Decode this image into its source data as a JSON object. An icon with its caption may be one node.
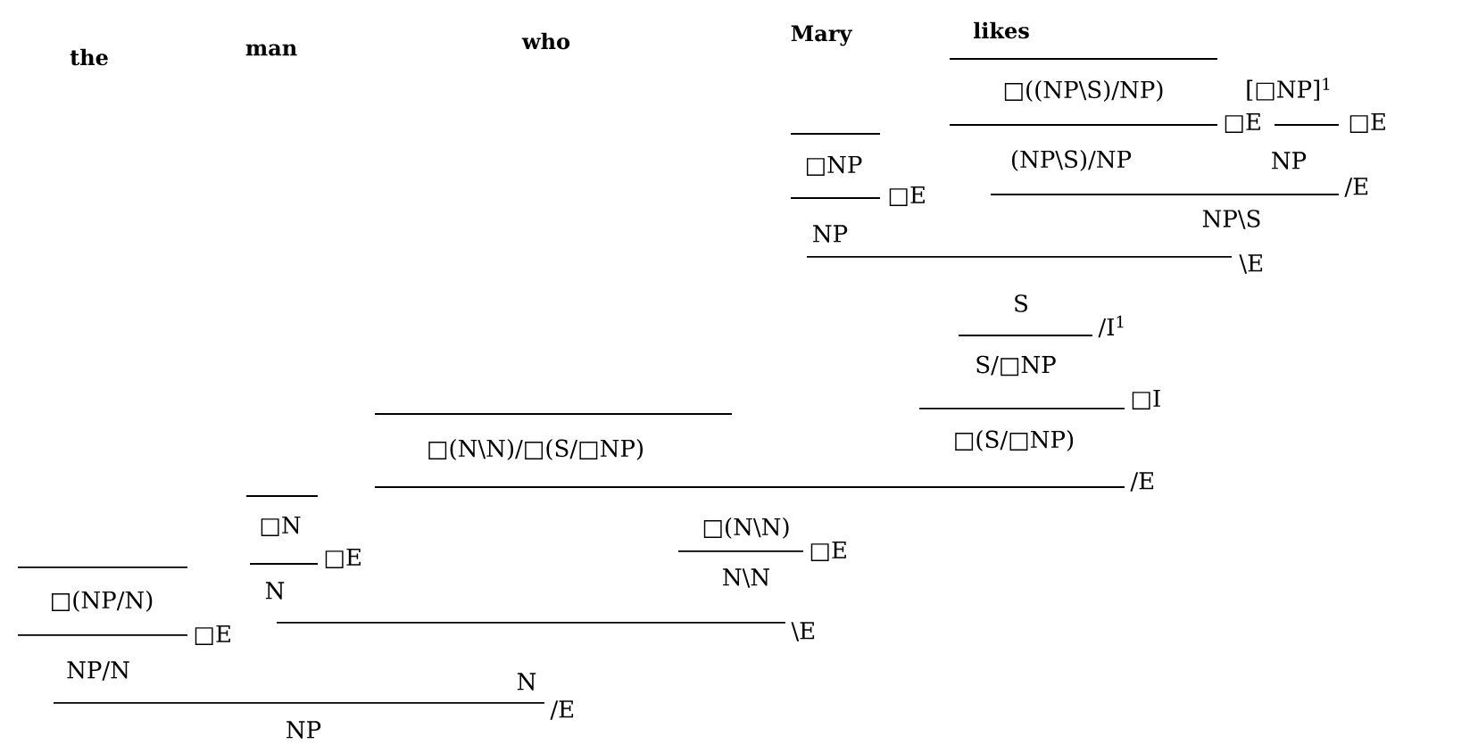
{
  "diagram": {
    "labels": [
      "the",
      "man",
      "who",
      "Mary",
      "likes",
      "□((NP\\S)/NP)",
      "[□NP]$^{1}$",
      "□E",
      "□E",
      "□NP",
      "(NP\\S)/NP",
      "NP",
      "□E",
      "/E",
      "NP",
      "NP\\S",
      "\\E",
      "S",
      "/I$^{1}$",
      "S/□NP",
      "□I",
      "□(N\\N)/□(S/□NP)",
      "□(S/□NP)",
      "/E",
      "□N",
      "□(N\\N)",
      "□E",
      "□E",
      "N",
      "N\\N",
      "□(NP/N)",
      "□E",
      "\\E",
      "NP/N",
      "N",
      "/E",
      "NP"
    ]
  }
}
